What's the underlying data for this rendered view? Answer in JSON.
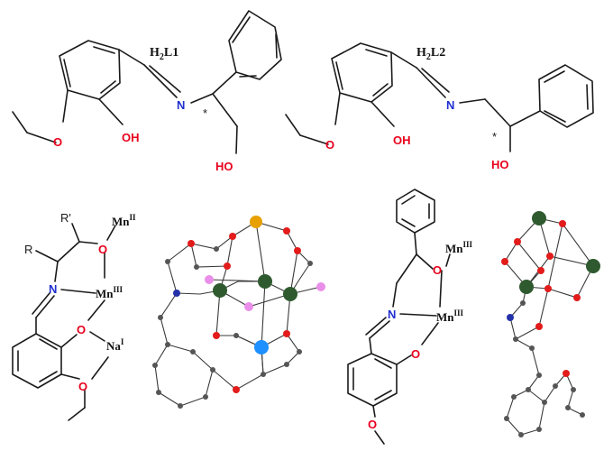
{
  "colors": {
    "bond": "#1a1a1a",
    "oxygen_text": "#e8001c",
    "nitrogen_text": "#1f2fd0",
    "atom_O": "#e31b1b",
    "atom_N": "#2431a8",
    "atom_Mn": "#2f5a2f",
    "atom_Na": "#d9a000",
    "atom_Cl": "#e98ee9",
    "atom_X": "#1e90ff",
    "atom_C": "#555555"
  },
  "structures": {
    "h2l1": {
      "name": "H",
      "sub1": "2",
      "tail": "L1",
      "n": "N",
      "oh": "OH",
      "ho": "HO",
      "o": "O",
      "star": "*"
    },
    "h2l2": {
      "name": "H",
      "sub1": "2",
      "tail": "L2",
      "n": "N",
      "oh": "OH",
      "ho": "HO",
      "o": "O",
      "star": "*"
    }
  },
  "modes": {
    "m1": {
      "r": "R",
      "rp": "R'",
      "n": "N",
      "o1": "O",
      "o2": "O",
      "o3": "O",
      "mn2": "Mn",
      "mn2_sup": "II",
      "mn3": "Mn",
      "mn3_sup": "III",
      "na": "Na",
      "na_sup": "I"
    },
    "m2": {
      "n": "N",
      "o1": "O",
      "o2": "O",
      "o3": "O",
      "mn3a": "Mn",
      "mn3a_sup": "III",
      "mn3b": "Mn",
      "mn3b_sup": "III"
    }
  },
  "icons": [
    "asymmetric-center-star"
  ]
}
